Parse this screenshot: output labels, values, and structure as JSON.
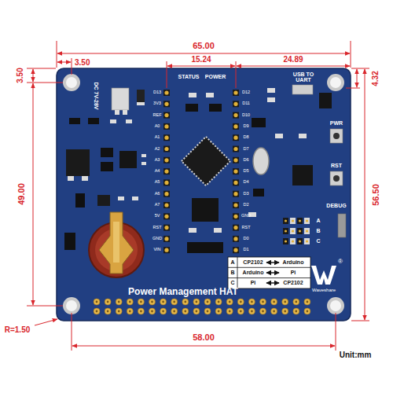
{
  "diagram": {
    "nodes": [
      {
        "text": [
          "Power Management HAT"
        ]
      }
    ],
    "labels": [
      "65.00",
      "3.50",
      "3.50",
      "15.24",
      "24.89",
      "4.32",
      "49.00",
      "56.50",
      "R=1.50",
      "58.00",
      "Unit:mm",
      "DC 7V-28V",
      "STATUS",
      "POWER",
      "USB TO UART",
      "PWR",
      "RST",
      "DEBUG",
      "A",
      "B",
      "C",
      "A",
      "CP2102",
      "Arduino",
      "B",
      "Arduino",
      "Pi",
      "C",
      "Pi",
      "CP2102",
      "Waveshare",
      "®",
      "D13",
      "3V3",
      "REF",
      "A0",
      "A1",
      "A2",
      "A3",
      "A4",
      "A5",
      "A6",
      "A7",
      "5V",
      "RST",
      "GND",
      "VIN",
      "D12",
      "D11",
      "D10",
      "D9",
      "D8",
      "D7",
      "D6",
      "D5",
      "D4",
      "D3",
      "D2",
      "GND",
      "RST",
      "D0",
      "D1"
    ]
  }
}
